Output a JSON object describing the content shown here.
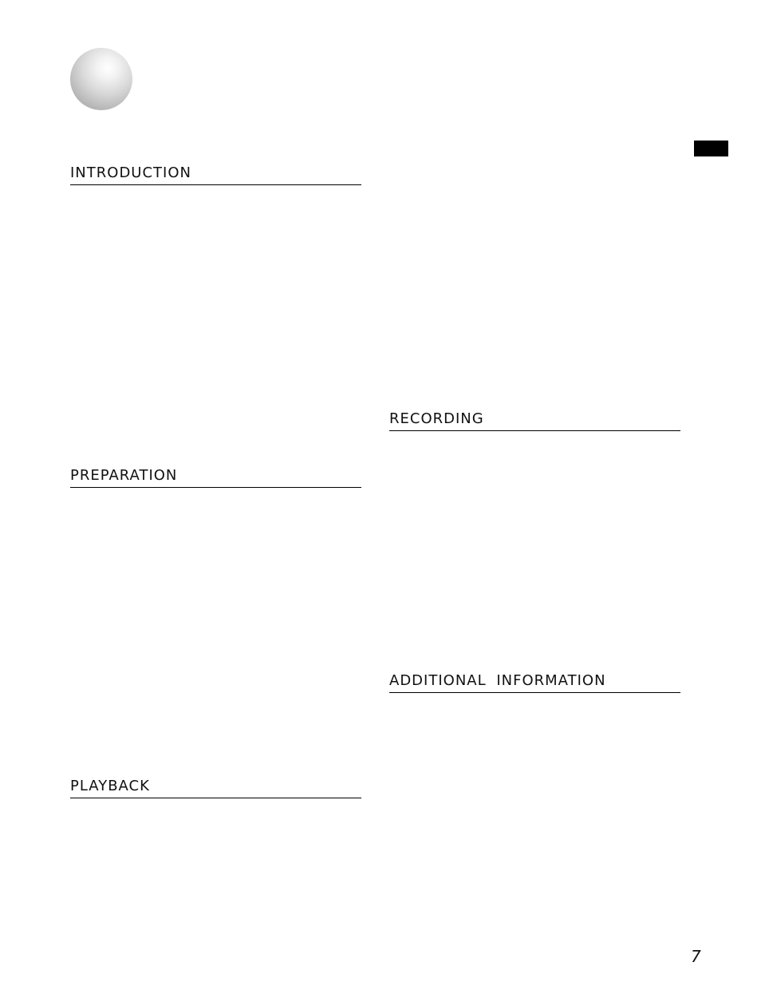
{
  "sections": {
    "introduction": "INTRODUCTION",
    "recording": "RECORDING",
    "preparation": "PREPARATION",
    "additional_information": "ADDITIONAL  INFORMATION",
    "playback": "PLAYBACK"
  },
  "page_number": "7",
  "colors": {
    "background": "#ffffff",
    "text": "#111111",
    "tab_marker": "#000000"
  },
  "icons": {
    "chapter_mark": "gray-sphere-icon",
    "edge_tab": "black-tab-marker"
  }
}
